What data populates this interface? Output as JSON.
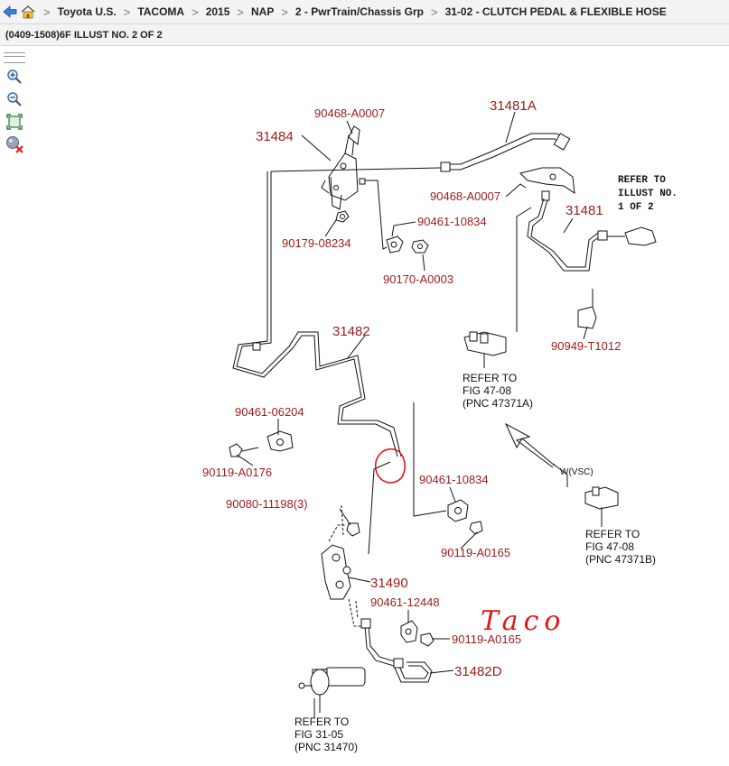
{
  "breadcrumb": {
    "items": [
      "Toyota U.S.",
      "TACOMA",
      "2015",
      "NAP",
      "2 - PwrTrain/Chassis Grp",
      "31-02 - CLUTCH PEDAL & FLEXIBLE HOSE"
    ]
  },
  "subtitle": "(0409-1508)6F ILLUST NO. 2 OF 2",
  "toolbar": {
    "icons": [
      "zoom-in-icon",
      "zoom-out-icon",
      "fit-to-window-icon",
      "clear-zoom-icon"
    ]
  },
  "diagram": {
    "part_labels": {
      "p31484": "31484",
      "p90468a": "90468-A0007",
      "p31481A": "31481A",
      "p90468b": "90468-A0007",
      "p31481": "31481",
      "p90179": "90179-08234",
      "p90461a": "90461-10834",
      "p90170": "90170-A0003",
      "p31482": "31482",
      "p90949": "90949-T1012",
      "p90461b": "90461-06204",
      "p90119a": "90119-A0176",
      "p90461c": "90461-10834",
      "p90080": "90080-11198(3)",
      "p90119b": "90119-A0165",
      "p31490": "31490",
      "p90461d": "90461-12448",
      "p90119c": "90119-A0165",
      "p31482D": "31482D"
    },
    "refer_illust": [
      "REFER TO",
      "ILLUST NO.",
      "1 OF 2"
    ],
    "refer_47371A": [
      "REFER TO",
      "FIG 47-08",
      "(PNC 47371A)"
    ],
    "refer_47371B": [
      "REFER TO",
      "FIG 47-08",
      "(PNC 47371B)"
    ],
    "refer_31470": [
      "REFER TO",
      "FIG 31-05",
      "(PNC 31470)"
    ],
    "vsc_note": "W(VSC)",
    "handwritten": "Taco",
    "colors": {
      "part_label": "#9b1c1c",
      "annotation": "#e01818"
    }
  }
}
